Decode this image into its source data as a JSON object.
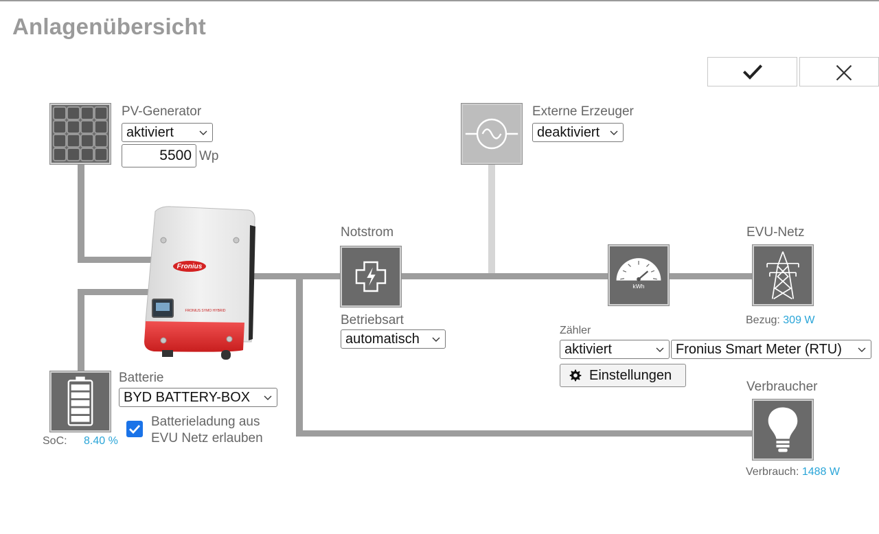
{
  "page": {
    "title": "Anlagenübersicht"
  },
  "actions": {
    "confirm_icon": "checkmark-icon",
    "cancel_icon": "close-icon"
  },
  "pv": {
    "label": "PV-Generator",
    "status": "aktiviert",
    "power_value": "5500",
    "power_unit": "Wp",
    "icon": "solar-panel-icon"
  },
  "external": {
    "label": "Externe Erzeuger",
    "status": "deaktiviert",
    "icon": "generator-icon"
  },
  "inverter": {
    "brand": "Fronius",
    "model": "FRONIUS SYMO HYBRID",
    "icon": "inverter-image"
  },
  "emergency": {
    "label": "Notstrom",
    "mode_label": "Betriebsart",
    "mode": "automatisch",
    "icon": "emergency-power-icon"
  },
  "meter": {
    "label": "Zähler",
    "status": "aktiviert",
    "device": "Fronius Smart Meter (RTU)",
    "settings_label": "Einstellungen",
    "unit_text": "kWh",
    "icon": "energy-meter-icon"
  },
  "grid": {
    "label": "EVU-Netz",
    "reading_label": "Bezug:",
    "reading_value": "309 W",
    "icon": "power-pylon-icon"
  },
  "battery": {
    "label": "Batterie",
    "model": "BYD BATTERY-BOX",
    "soc_label": "SoC:",
    "soc_value": "8.40 %",
    "charge_line1": "Batterieladung aus",
    "charge_line2": "EVU Netz erlauben",
    "charge_allowed": true,
    "icon": "battery-icon"
  },
  "consumer": {
    "label": "Verbraucher",
    "reading_label": "Verbrauch:",
    "reading_value": "1488 W",
    "icon": "lightbulb-icon"
  },
  "colors": {
    "accent_value": "#2aa5d8",
    "line": "#9d9d9d",
    "checkbox": "#1a73e8"
  }
}
